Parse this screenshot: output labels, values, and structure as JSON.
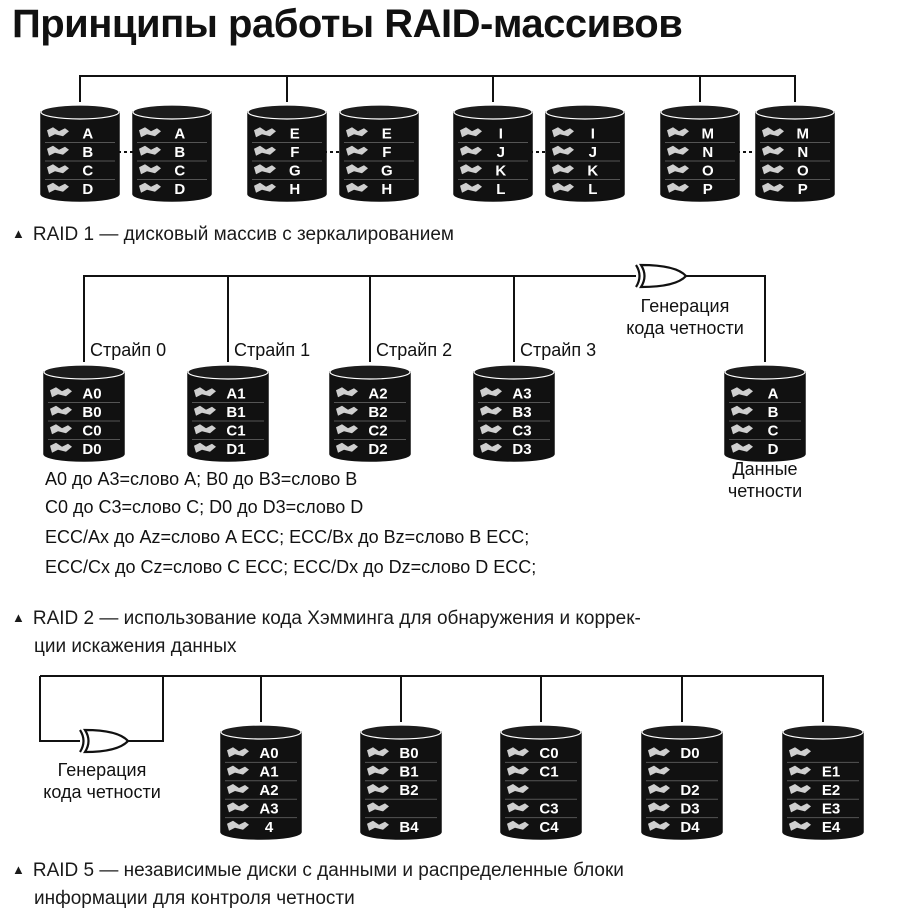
{
  "title": "Принципы работы RAID-массивов",
  "raid1": {
    "caption": "RAID 1 — дисковый массив с зеркалированием",
    "disks": [
      {
        "labels": [
          "A",
          "B",
          "C",
          "D"
        ]
      },
      {
        "labels": [
          "A",
          "B",
          "C",
          "D"
        ]
      },
      {
        "labels": [
          "E",
          "F",
          "G",
          "H"
        ]
      },
      {
        "labels": [
          "E",
          "F",
          "G",
          "H"
        ]
      },
      {
        "labels": [
          "I",
          "J",
          "K",
          "L"
        ]
      },
      {
        "labels": [
          "I",
          "J",
          "K",
          "L"
        ]
      },
      {
        "labels": [
          "M",
          "N",
          "O",
          "P"
        ]
      },
      {
        "labels": [
          "M",
          "N",
          "O",
          "P"
        ]
      }
    ]
  },
  "raid2": {
    "stripes": [
      "Страйп 0",
      "Страйп 1",
      "Страйп 2",
      "Страйп 3"
    ],
    "parity_gen_label_1": "Генерация",
    "parity_gen_label_2": "кода четности",
    "parity_data_label_1": "Данные",
    "parity_data_label_2": "четности",
    "disks": [
      {
        "labels": [
          "A0",
          "B0",
          "C0",
          "D0"
        ]
      },
      {
        "labels": [
          "A1",
          "B1",
          "C1",
          "D1"
        ]
      },
      {
        "labels": [
          "A2",
          "B2",
          "C2",
          "D2"
        ]
      },
      {
        "labels": [
          "A3",
          "B3",
          "C3",
          "D3"
        ]
      },
      {
        "labels": [
          "A",
          "B",
          "C",
          "D"
        ]
      }
    ],
    "notes": [
      "A0 до A3=слово A; B0 до B3=слово B",
      "C0 до C3=слово C; D0 до D3=слово D",
      "ECC/Ax до Az=слово A ECC; ECC/Bx до Bz=слово B ECC;",
      "ECC/Cx до Cz=слово C ECC; ECC/Dx до Dz=слово D ECC;"
    ],
    "caption_1": "RAID 2 — использование кода Хэмминга для обнаружения и коррек-",
    "caption_2": "ции искажения данных"
  },
  "raid5": {
    "parity_gen_label_1": "Генерация",
    "parity_gen_label_2": "кода четности",
    "disks": [
      {
        "labels": [
          "A0",
          "A1",
          "A2",
          "A3",
          "4"
        ]
      },
      {
        "labels": [
          "B0",
          "B1",
          "B2",
          "",
          "B4"
        ]
      },
      {
        "labels": [
          "C0",
          "C1",
          "",
          "C3",
          "C4"
        ]
      },
      {
        "labels": [
          "D0",
          "",
          "D2",
          "D3",
          "D4"
        ]
      },
      {
        "labels": [
          "",
          "E1",
          "E2",
          "E3",
          "E4"
        ]
      }
    ],
    "caption_1": "RAID 5 — независимые диски с данными и распределенные блоки",
    "caption_2": "информации для контроля четности"
  }
}
